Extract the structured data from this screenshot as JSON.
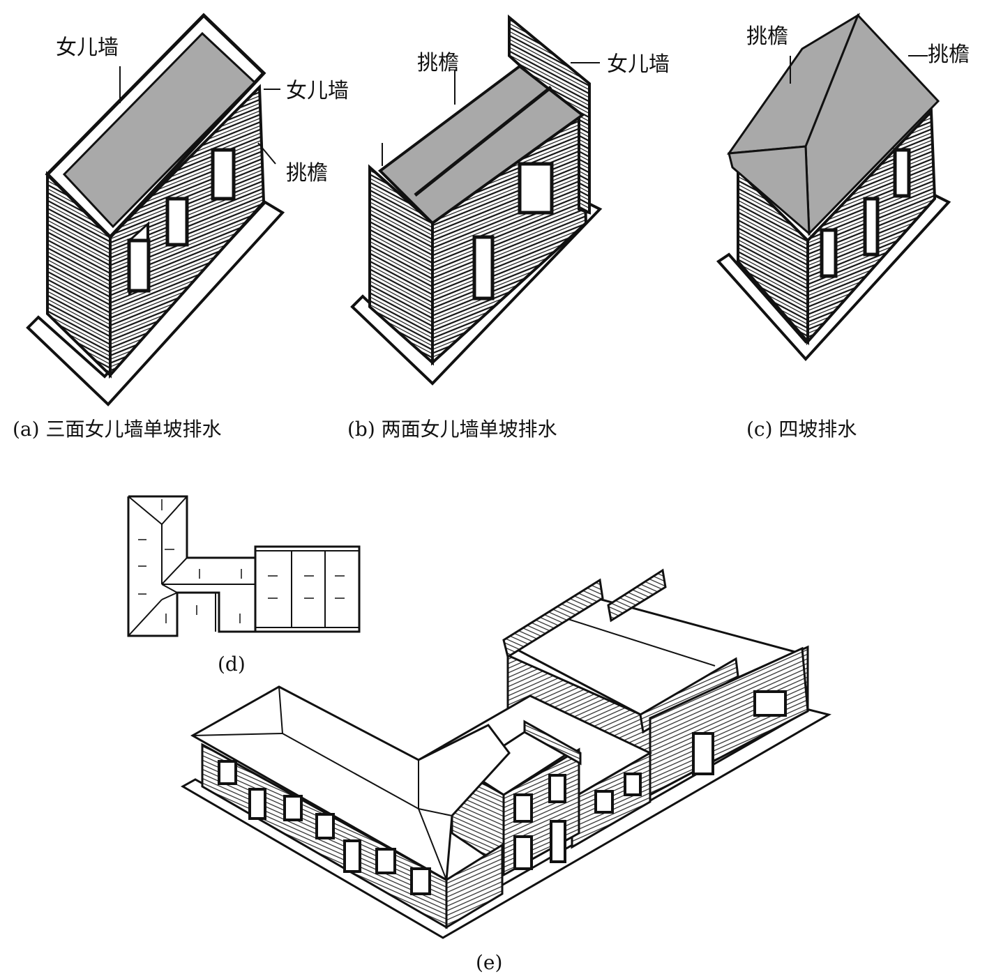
{
  "labels": {
    "parapet": "女儿墙",
    "eave": "挑檐"
  },
  "captions": {
    "a": "(a) 三面女儿墙单坡排水",
    "b": "(b) 两面女儿墙单坡排水",
    "c": "(c) 四坡排水",
    "d": "(d)",
    "e": "(e)"
  },
  "colors": {
    "roof": "#a9a9a9",
    "line": "#111111",
    "paper": "#ffffff"
  }
}
